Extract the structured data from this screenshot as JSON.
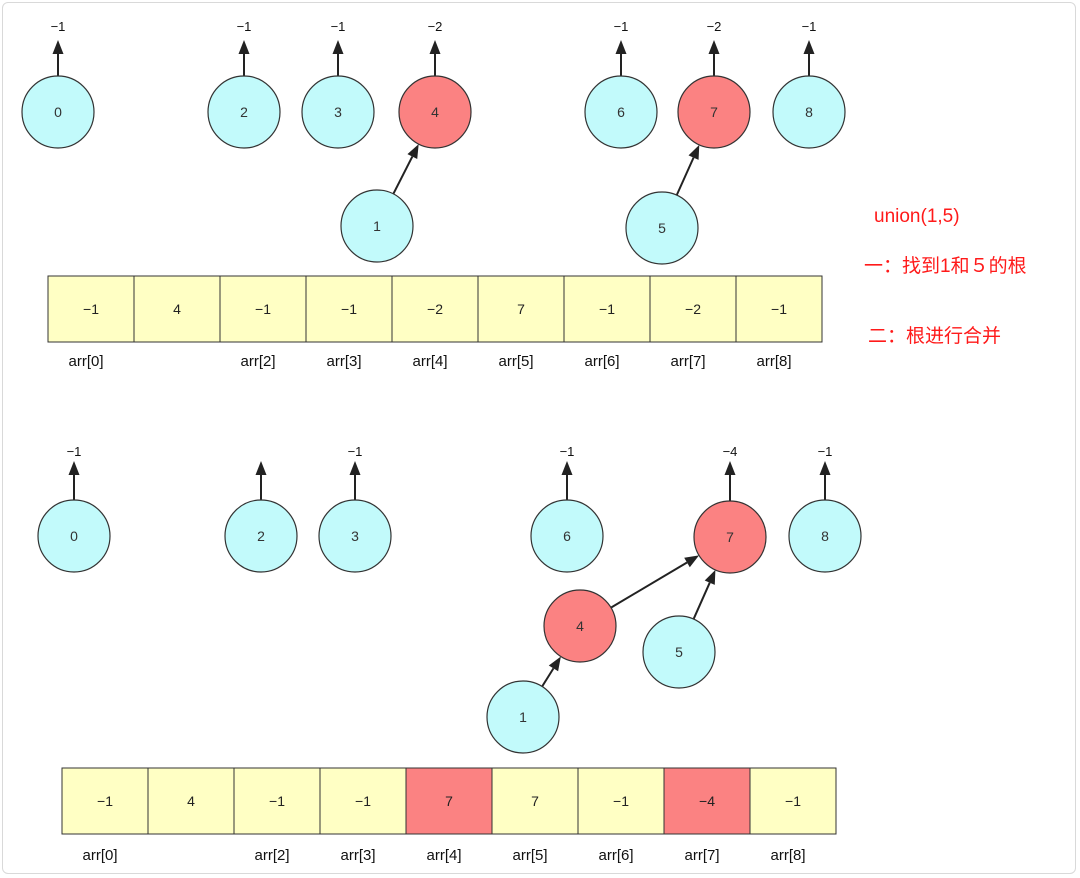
{
  "annotations": {
    "op": "union(1,5)",
    "step1": "一：找到1和５的根",
    "step2": "二：根进行合并"
  },
  "colors": {
    "node": "#c2fafb",
    "root": "#fb8282",
    "cell": "#ffffc4",
    "cell_highlight": "#fb8282",
    "note": "#ff1a1a"
  },
  "before": {
    "nodes": [
      {
        "id": "0",
        "label": "0",
        "root": false
      },
      {
        "id": "2",
        "label": "2",
        "root": false
      },
      {
        "id": "3",
        "label": "3",
        "root": false
      },
      {
        "id": "4",
        "label": "4",
        "root": true
      },
      {
        "id": "6",
        "label": "6",
        "root": false
      },
      {
        "id": "7",
        "label": "7",
        "root": true
      },
      {
        "id": "8",
        "label": "8",
        "root": false
      },
      {
        "id": "1",
        "label": "1",
        "root": false
      },
      {
        "id": "5",
        "label": "5",
        "root": false
      }
    ],
    "edges": [
      {
        "from": "1",
        "to": "4"
      },
      {
        "from": "5",
        "to": "7"
      }
    ],
    "up_arrows": [
      {
        "node": "0",
        "label": "−1"
      },
      {
        "node": "2",
        "label": "−1"
      },
      {
        "node": "3",
        "label": "−1"
      },
      {
        "node": "4",
        "label": "−2"
      },
      {
        "node": "6",
        "label": "−1"
      },
      {
        "node": "7",
        "label": "−2"
      },
      {
        "node": "8",
        "label": "−1"
      }
    ],
    "array": {
      "cells": [
        {
          "value": "−1",
          "highlight": false
        },
        {
          "value": "4",
          "highlight": false
        },
        {
          "value": "−1",
          "highlight": false
        },
        {
          "value": "−1",
          "highlight": false
        },
        {
          "value": "−2",
          "highlight": false
        },
        {
          "value": "7",
          "highlight": false
        },
        {
          "value": "−1",
          "highlight": false
        },
        {
          "value": "−2",
          "highlight": false
        },
        {
          "value": "−1",
          "highlight": false
        }
      ],
      "labels": [
        "arr[0]",
        "",
        "arr[2]",
        "arr[3]",
        "arr[4]",
        "arr[5]",
        "arr[6]",
        "arr[7]",
        "arr[8]"
      ]
    }
  },
  "after": {
    "nodes": [
      {
        "id": "0",
        "label": "0",
        "root": false
      },
      {
        "id": "2",
        "label": "2",
        "root": false
      },
      {
        "id": "3",
        "label": "3",
        "root": false
      },
      {
        "id": "6",
        "label": "6",
        "root": false
      },
      {
        "id": "7",
        "label": "7",
        "root": true
      },
      {
        "id": "8",
        "label": "8",
        "root": false
      },
      {
        "id": "4",
        "label": "4",
        "root": true
      },
      {
        "id": "5",
        "label": "5",
        "root": false
      },
      {
        "id": "1",
        "label": "1",
        "root": false
      }
    ],
    "edges": [
      {
        "from": "4",
        "to": "7"
      },
      {
        "from": "5",
        "to": "7"
      },
      {
        "from": "1",
        "to": "4"
      }
    ],
    "up_arrows": [
      {
        "node": "0",
        "label": "−1"
      },
      {
        "node": "2",
        "label": ""
      },
      {
        "node": "3",
        "label": "−1"
      },
      {
        "node": "6",
        "label": "−1"
      },
      {
        "node": "7",
        "label": "−4"
      },
      {
        "node": "8",
        "label": "−1"
      }
    ],
    "array": {
      "cells": [
        {
          "value": "−1",
          "highlight": false
        },
        {
          "value": "4",
          "highlight": false
        },
        {
          "value": "−1",
          "highlight": false
        },
        {
          "value": "−1",
          "highlight": false
        },
        {
          "value": "7",
          "highlight": true
        },
        {
          "value": "7",
          "highlight": false
        },
        {
          "value": "−1",
          "highlight": false
        },
        {
          "value": "−4",
          "highlight": true
        },
        {
          "value": "−1",
          "highlight": false
        }
      ],
      "labels": [
        "arr[0]",
        "",
        "arr[2]",
        "arr[3]",
        "arr[4]",
        "arr[5]",
        "arr[6]",
        "arr[7]",
        "arr[8]"
      ]
    }
  }
}
